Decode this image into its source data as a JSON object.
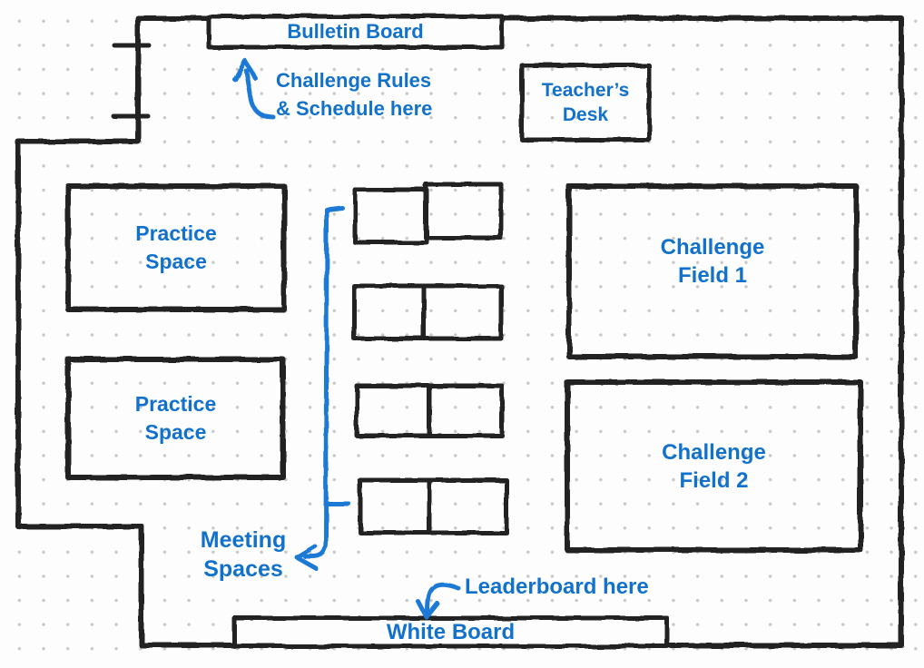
{
  "colors": {
    "ink": "#242424",
    "annotation_blue": "#1272cb",
    "arrow_blue": "#1b79d6",
    "grid_dot": "#c8c8c8",
    "paper": "#fdfdfd"
  },
  "areas": {
    "bulletin_board": {
      "label": "Bulletin Board"
    },
    "teachers_desk": {
      "lines": [
        "Teacher’s",
        "Desk"
      ]
    },
    "practice_space_1": {
      "lines": [
        "Practice",
        "Space"
      ]
    },
    "practice_space_2": {
      "lines": [
        "Practice",
        "Space"
      ]
    },
    "challenge_field_1": {
      "lines": [
        "Challenge",
        "Field 1"
      ]
    },
    "challenge_field_2": {
      "lines": [
        "Challenge",
        "Field 2"
      ]
    },
    "white_board": {
      "label": "White Board"
    },
    "meeting_tables": {
      "count": 4
    }
  },
  "annotations": {
    "rules_note": {
      "lines": [
        "Challenge Rules",
        "& Schedule here"
      ]
    },
    "meeting_note": {
      "lines": [
        "Meeting",
        "Spaces"
      ]
    },
    "leaderboard_note": {
      "label": "Leaderboard here"
    }
  }
}
